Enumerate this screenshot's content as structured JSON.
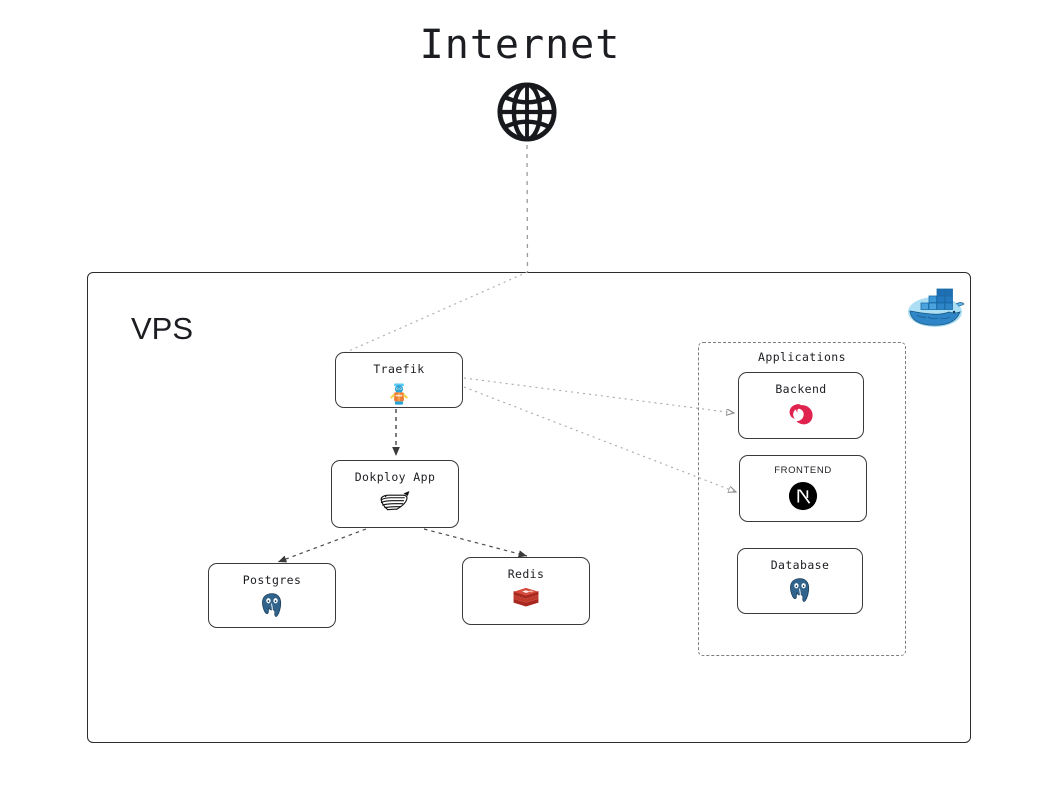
{
  "diagram": {
    "title": "Internet",
    "title_icon": "globe-icon",
    "container": {
      "label": "VPS",
      "badge_icon": "docker-whale-logo"
    },
    "group": {
      "label": "Applications"
    },
    "nodes": [
      {
        "id": "traefik",
        "label": "Traefik",
        "icon": "traefik-logo"
      },
      {
        "id": "dokploy",
        "label": "Dokploy App",
        "icon": "dokploy-whale-logo"
      },
      {
        "id": "postgres",
        "label": "Postgres",
        "icon": "postgresql-elephant-logo"
      },
      {
        "id": "redis",
        "label": "Redis",
        "icon": "redis-logo"
      },
      {
        "id": "backend",
        "label": "Backend",
        "icon": "nestjs-logo"
      },
      {
        "id": "frontend",
        "label": "FRONTEND",
        "icon": "nextjs-logo"
      },
      {
        "id": "database",
        "label": "Database",
        "icon": "postgresql-elephant-logo"
      }
    ],
    "edges": [
      {
        "from": "internet",
        "to": "traefik",
        "style": "dotted"
      },
      {
        "from": "traefik",
        "to": "dokploy",
        "style": "dashed-arrow"
      },
      {
        "from": "traefik",
        "to": "backend",
        "style": "dotted-arrow"
      },
      {
        "from": "traefik",
        "to": "frontend",
        "style": "dotted-arrow"
      },
      {
        "from": "dokploy",
        "to": "postgres",
        "style": "dashed-arrow"
      },
      {
        "from": "dokploy",
        "to": "redis",
        "style": "dashed-arrow"
      }
    ],
    "colors": {
      "stroke": "#2c2c2c",
      "edge": "#8a8a8a",
      "nestjs_red": "#E0234E",
      "redis_red": "#C0392B",
      "postgres_blue": "#31648C",
      "docker_blue": "#2496ED",
      "traefik_orange": "#EE7B33",
      "nextjs_black": "#000000"
    }
  }
}
